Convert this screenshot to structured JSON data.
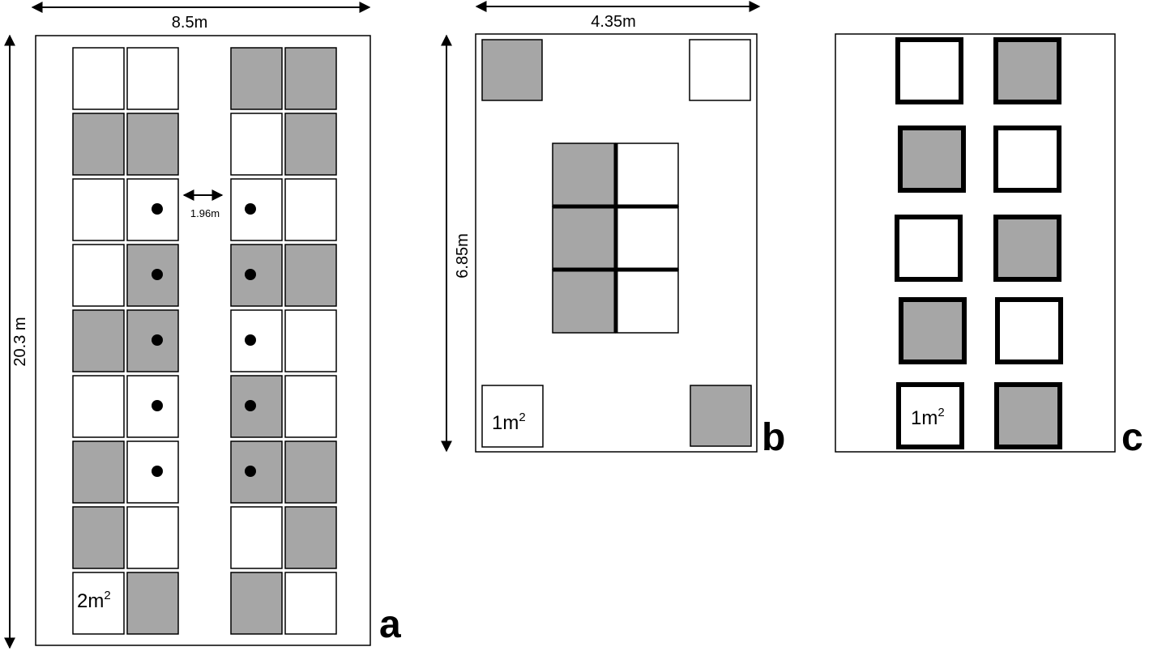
{
  "colors": {
    "filled": "#a6a6a6",
    "empty": "#ffffff",
    "stroke": "#000000"
  },
  "panel_a": {
    "letter": "a",
    "width_label": "8.5m",
    "height_label": "20.3 m",
    "gap_label": "1.96m",
    "area_label": "2m",
    "area_sup": "2",
    "rows": [
      [
        0,
        0,
        1,
        1
      ],
      [
        1,
        1,
        0,
        1
      ],
      [
        0,
        0,
        0,
        0
      ],
      [
        0,
        1,
        1,
        1
      ],
      [
        1,
        1,
        0,
        0
      ],
      [
        0,
        0,
        1,
        0
      ],
      [
        1,
        0,
        1,
        1
      ],
      [
        1,
        0,
        0,
        1
      ],
      [
        0,
        1,
        1,
        0
      ]
    ],
    "dots": [
      [
        0,
        0,
        0,
        0
      ],
      [
        0,
        0,
        0,
        0
      ],
      [
        0,
        1,
        1,
        0
      ],
      [
        0,
        1,
        1,
        0
      ],
      [
        0,
        1,
        1,
        0
      ],
      [
        0,
        1,
        1,
        0
      ],
      [
        0,
        1,
        1,
        0
      ],
      [
        0,
        0,
        0,
        0
      ],
      [
        0,
        0,
        0,
        0
      ]
    ]
  },
  "panel_b": {
    "letter": "b",
    "width_label": "4.35m",
    "height_label": "6.85m",
    "area_label": "1m",
    "area_sup": "2",
    "corners": {
      "top_left": 1,
      "top_right": 0,
      "bottom_left": 0,
      "bottom_right": 1
    },
    "center_grid": [
      [
        1,
        0
      ],
      [
        1,
        0
      ],
      [
        1,
        0
      ]
    ]
  },
  "panel_c": {
    "letter": "c",
    "area_label": "1m",
    "area_sup": "2",
    "rows": [
      [
        0,
        1
      ],
      [
        1,
        0
      ],
      [
        0,
        1
      ],
      [
        1,
        0
      ],
      [
        0,
        1
      ]
    ]
  }
}
